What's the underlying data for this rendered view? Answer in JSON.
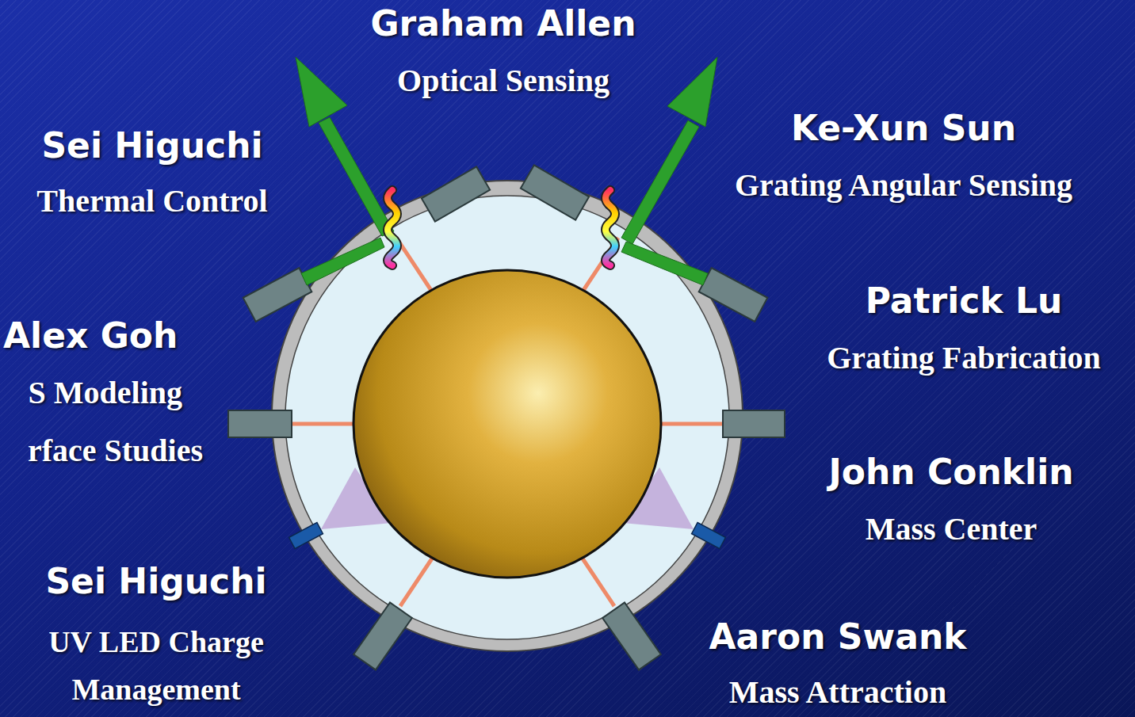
{
  "diagram": {
    "labels": [
      "Graham Allen",
      "Optical Sensing",
      "Sei Higuchi",
      "Thermal Control",
      "Ke-Xun Sun",
      "Grating Angular Sensing",
      "Alex Goh",
      "S Modeling",
      "rface Studies",
      "Patrick Lu",
      "Grating Fabrication",
      "John Conklin",
      "Mass Center",
      "Sei Higuchi",
      "UV LED Charge Management",
      "Aaron Swank",
      "Mass Attraction"
    ]
  }
}
